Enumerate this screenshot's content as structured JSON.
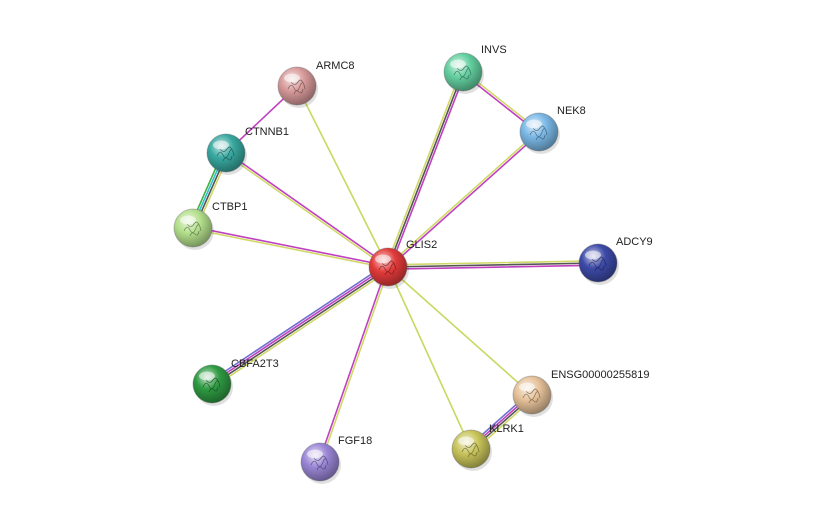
{
  "network": {
    "center": "GLIS2",
    "nodes": [
      {
        "id": "GLIS2",
        "label": "GLIS2",
        "color": "#e23a3a"
      },
      {
        "id": "ARMC8",
        "label": "ARMC8",
        "color": "#d89a9a"
      },
      {
        "id": "INVS",
        "label": "INVS",
        "color": "#63d0a0"
      },
      {
        "id": "NEK8",
        "label": "NEK8",
        "color": "#7ab8e6"
      },
      {
        "id": "CTNNB1",
        "label": "CTNNB1",
        "color": "#38a8a0"
      },
      {
        "id": "CTBP1",
        "label": "CTBP1",
        "color": "#b4e08c"
      },
      {
        "id": "ADCY9",
        "label": "ADCY9",
        "color": "#3d4aa8"
      },
      {
        "id": "CBFA2T3",
        "label": "CBFA2T3",
        "color": "#2e9a42"
      },
      {
        "id": "ENSG",
        "label": "ENSG00000255819",
        "color": "#e6c29a"
      },
      {
        "id": "KLRK1",
        "label": "KLRK1",
        "color": "#c8c45a"
      },
      {
        "id": "FGF18",
        "label": "FGF18",
        "color": "#9a86d6"
      }
    ],
    "edges": [
      {
        "source": "GLIS2",
        "target": "ARMC8",
        "colors": [
          "#c8d860"
        ]
      },
      {
        "source": "GLIS2",
        "target": "INVS",
        "colors": [
          "#d0d868",
          "#555555",
          "#c040c0"
        ]
      },
      {
        "source": "GLIS2",
        "target": "NEK8",
        "colors": [
          "#d0d868",
          "#c040c0"
        ]
      },
      {
        "source": "GLIS2",
        "target": "CTNNB1",
        "colors": [
          "#d0d868",
          "#c040c0"
        ]
      },
      {
        "source": "GLIS2",
        "target": "CTBP1",
        "colors": [
          "#d0d868",
          "#c040c0"
        ]
      },
      {
        "source": "GLIS2",
        "target": "ADCY9",
        "colors": [
          "#d0d868",
          "#555555",
          "#c040c0"
        ]
      },
      {
        "source": "GLIS2",
        "target": "CBFA2T3",
        "colors": [
          "#d0d868",
          "#555555",
          "#c040c0",
          "#7070d0"
        ]
      },
      {
        "source": "GLIS2",
        "target": "ENSG",
        "colors": [
          "#c8d860"
        ]
      },
      {
        "source": "GLIS2",
        "target": "KLRK1",
        "colors": [
          "#c8d860"
        ]
      },
      {
        "source": "GLIS2",
        "target": "FGF18",
        "colors": [
          "#d0d868",
          "#c040c0"
        ]
      },
      {
        "source": "INVS",
        "target": "NEK8",
        "colors": [
          "#d0d868",
          "#c040c0"
        ]
      },
      {
        "source": "ARMC8",
        "target": "CTNNB1",
        "colors": [
          "#c040c0"
        ]
      },
      {
        "source": "CTNNB1",
        "target": "CTBP1",
        "colors": [
          "#d0d868",
          "#555555",
          "#30c0d0",
          "#40b040"
        ]
      },
      {
        "source": "ENSG",
        "target": "KLRK1",
        "colors": [
          "#d0d868",
          "#555555",
          "#c040c0",
          "#7070d0"
        ]
      }
    ]
  }
}
